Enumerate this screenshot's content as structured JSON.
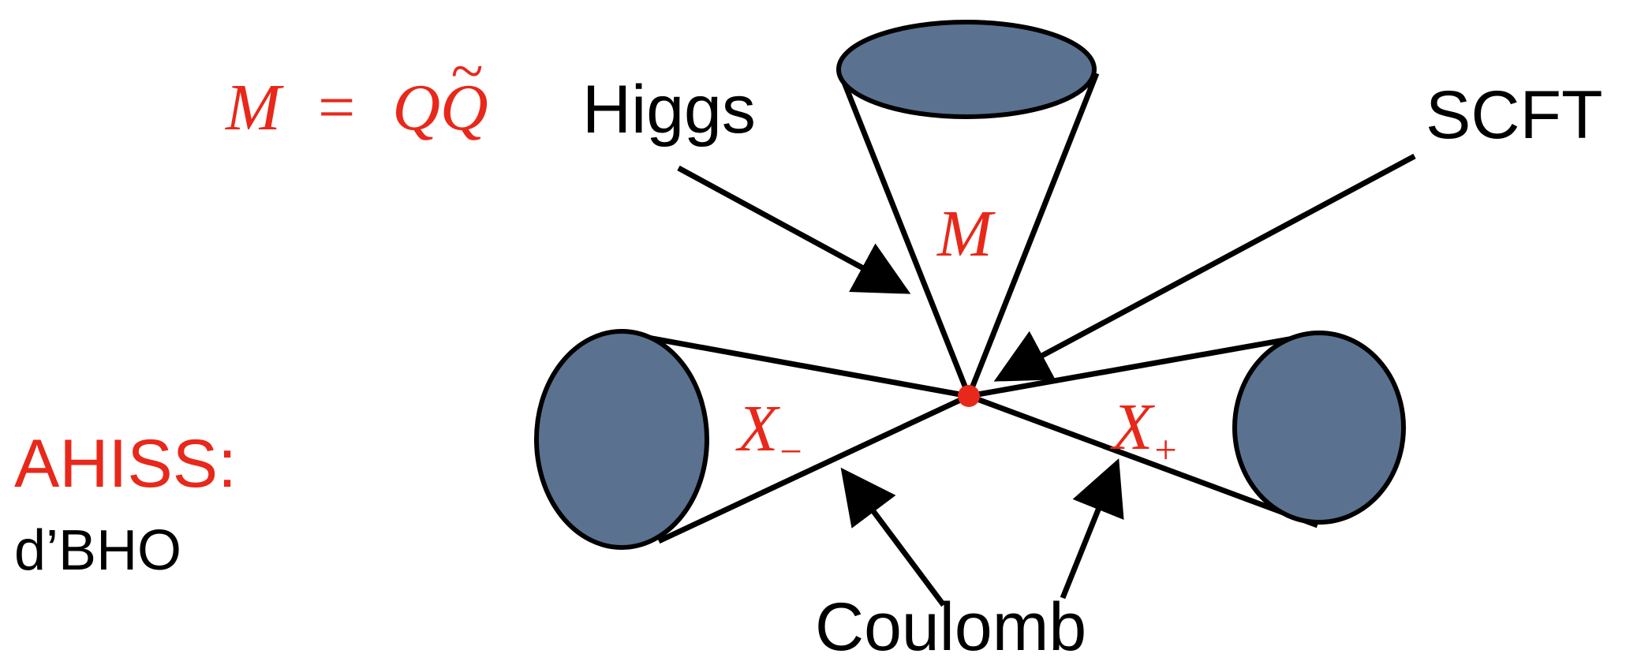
{
  "labels": {
    "higgs": "Higgs",
    "scft": "SCFT",
    "coulomb": "Coulomb",
    "ahiss": "AHISS:",
    "dbho": "d’BHO"
  },
  "math": {
    "meson_lhs": "M",
    "meson_eq": "=",
    "meson_q": "Q",
    "meson_qtilde": "Q",
    "tilde_mark": "~",
    "cone_top": "M",
    "cone_left_base": "X",
    "cone_left_sub": "−",
    "cone_right_base": "X",
    "cone_right_sub": "+"
  },
  "colors": {
    "accent": "#e8281a",
    "cone_fill": "#5a7290",
    "outline": "#000000"
  }
}
